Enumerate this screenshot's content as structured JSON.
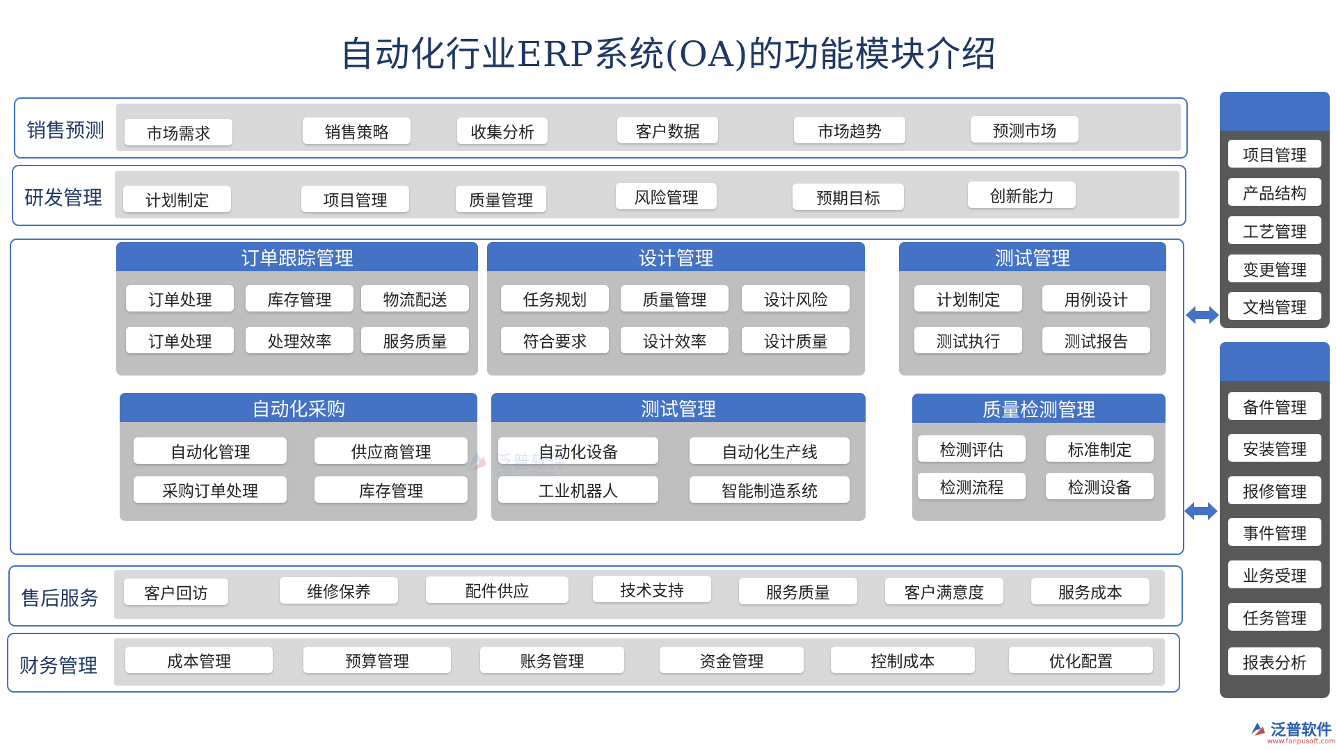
{
  "title": "自动化行业ERP系统(OA)的功能模块介绍",
  "bands": {
    "sales": {
      "label": "销售预测",
      "items": [
        "市场需求",
        "销售策略",
        "收集分析",
        "客户数据",
        "市场趋势",
        "预测市场"
      ]
    },
    "rd": {
      "label": "研发管理",
      "items": [
        "计划制定",
        "项目管理",
        "质量管理",
        "风险管理",
        "预期目标",
        "创新能力"
      ]
    },
    "after": {
      "label": "售后服务",
      "items": [
        "客户回访",
        "维修保养",
        "配件供应",
        "技术支持",
        "服务质量",
        "客户满意度",
        "服务成本"
      ]
    },
    "finance": {
      "label": "财务管理",
      "items": [
        "成本管理",
        "预算管理",
        "账务管理",
        "资金管理",
        "控制成本",
        "优化配置"
      ]
    }
  },
  "cards": {
    "order": {
      "title": "订单跟踪管理",
      "items": [
        "订单处理",
        "库存管理",
        "物流配送",
        "订单处理",
        "处理效率",
        "服务质量"
      ]
    },
    "design": {
      "title": "设计管理",
      "items": [
        "任务规划",
        "质量管理",
        "设计风险",
        "符合要求",
        "设计效率",
        "设计质量"
      ]
    },
    "test1": {
      "title": "测试管理",
      "items": [
        "计划制定",
        "用例设计",
        "测试执行",
        "测试报告"
      ]
    },
    "purchase": {
      "title": "自动化采购",
      "items": [
        "自动化管理",
        "供应商管理",
        "采购订单处理",
        "库存管理"
      ]
    },
    "test2": {
      "title": "测试管理",
      "items": [
        "自动化设备",
        "自动化生产线",
        "工业机器人",
        "智能制造系统"
      ]
    },
    "quality": {
      "title": "质量检测管理",
      "items": [
        "检测评估",
        "标准制定",
        "检测流程",
        "检测设备"
      ]
    }
  },
  "side_top": {
    "items": [
      "项目管理",
      "产品结构",
      "工艺管理",
      "变更管理",
      "文档管理"
    ]
  },
  "side_bottom": {
    "items": [
      "备件管理",
      "安装管理",
      "报修管理",
      "事件管理",
      "业务受理",
      "任务管理",
      "报表分析"
    ]
  },
  "watermark": {
    "cn": "泛普软件",
    "en": "FANPU SOFTWARE"
  },
  "logo": {
    "name": "泛普软件",
    "url": "www.fanpusoft.com"
  },
  "colors": {
    "accent": "#4472c4",
    "panel": "#d9d9d9",
    "card": "#bfbfbf",
    "side": "#595959",
    "title": "#1f3864"
  }
}
